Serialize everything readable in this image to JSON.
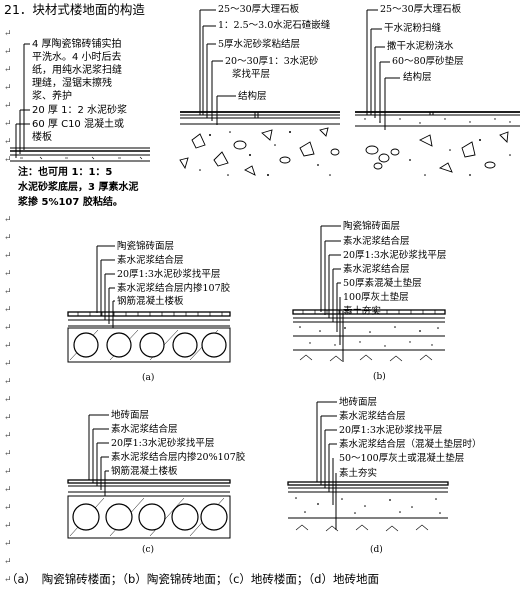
{
  "title": "21．块材式楼地面的构造",
  "left_note": {
    "lines": [
      "4 厚陶瓷锦砖铺实拍",
      "平洗水。4 小时后去",
      "纸，用纯水泥浆扫缝",
      "理缝，湿锯末擦残",
      "浆、养护",
      "20 厚 1：2 水泥砂浆",
      "60 厚 C10 混凝土或",
      "楼板"
    ],
    "note_lines": [
      "注：也可用 1：1：5",
      "水泥砂浆底层，3 厚素水泥",
      "浆掺 5%107 胶粘结。"
    ]
  },
  "top_middle": {
    "labels": [
      "25～30厚大理石板",
      "1：2.5～3.0水泥石碴嵌缝",
      "5厚水泥砂浆粘结层",
      "20～30厚1：3水泥砂",
      "浆找平层",
      "结构层"
    ]
  },
  "top_right": {
    "labels": [
      "25～30厚大理石板",
      "干水泥粉扫缝",
      "撒干水泥粉浇水",
      "60～80厚砂垫层",
      "结构层"
    ]
  },
  "diagram_a": {
    "labels": [
      "陶瓷锦砖面层",
      "素水泥浆结合层",
      "20厚1:3水泥砂浆找平层",
      "素水泥浆结合层内掺107胶",
      "钢筋混凝土楼板"
    ],
    "caption": "(a)"
  },
  "diagram_b": {
    "labels": [
      "陶瓷锦砖面层",
      "素水泥浆结合层",
      "20厚1:3水泥砂浆找平层",
      "素水泥浆结合层",
      "50厚素混凝土垫层",
      "100厚灰土垫层",
      "素土夯实"
    ],
    "caption": "(b)"
  },
  "diagram_c": {
    "labels": [
      "地砖面层",
      "素水泥浆结合层",
      "20厚1:3水泥砂浆找平层",
      "素水泥浆结合层内掺20%107胶",
      "钢筋混凝土楼板"
    ],
    "caption": "(c)"
  },
  "diagram_d": {
    "labels": [
      "地砖面层",
      "素水泥浆结合层",
      "20厚1:3水泥砂浆找平层",
      "素水泥浆结合层（混凝土垫层时）",
      "50～100厚灰土或混凝土垫层",
      "素土夯实"
    ],
    "caption": "(d)"
  },
  "footer": "（a）　陶瓷锦砖楼面；（b）陶瓷锦砖地面；（c）地砖楼面；（d）地砖地面",
  "return_mark": "↵"
}
